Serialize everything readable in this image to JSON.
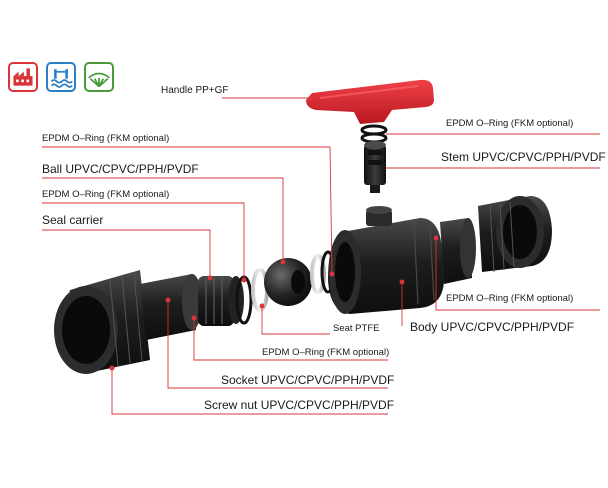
{
  "colors": {
    "leader": "#d8343a",
    "handle": "#e0262e",
    "part": "#2a2a2a",
    "icon_industry": "#d8343a",
    "icon_water": "#2b7fc4",
    "icon_agriculture": "#4b9a3a"
  },
  "application_icons": [
    {
      "name": "industry-icon"
    },
    {
      "name": "water-treatment-icon"
    },
    {
      "name": "agriculture-icon"
    }
  ],
  "labels": {
    "handle": "Handle PP+GF",
    "oring_stem": "EPDM O–Ring (FKM optional)",
    "stem": "Stem UPVC/CPVC/PPH/PVDF",
    "oring_ball": "EPDM O–Ring (FKM optional)",
    "ball": "Ball UPVC/CPVC/PPH/PVDF",
    "oring_carrier": "EPDM O–Ring (FKM optional)",
    "seal_carrier": "Seal carrier",
    "oring_body": "EPDM O–Ring (FKM optional)",
    "seat": "Seat PTFE",
    "body": "Body UPVC/CPVC/PPH/PVDF",
    "oring_socket": "EPDM O–Ring (FKM optional)",
    "socket": "Socket UPVC/CPVC/PPH/PVDF",
    "screw_nut": "Screw nut UPVC/CPVC/PPH/PVDF"
  }
}
